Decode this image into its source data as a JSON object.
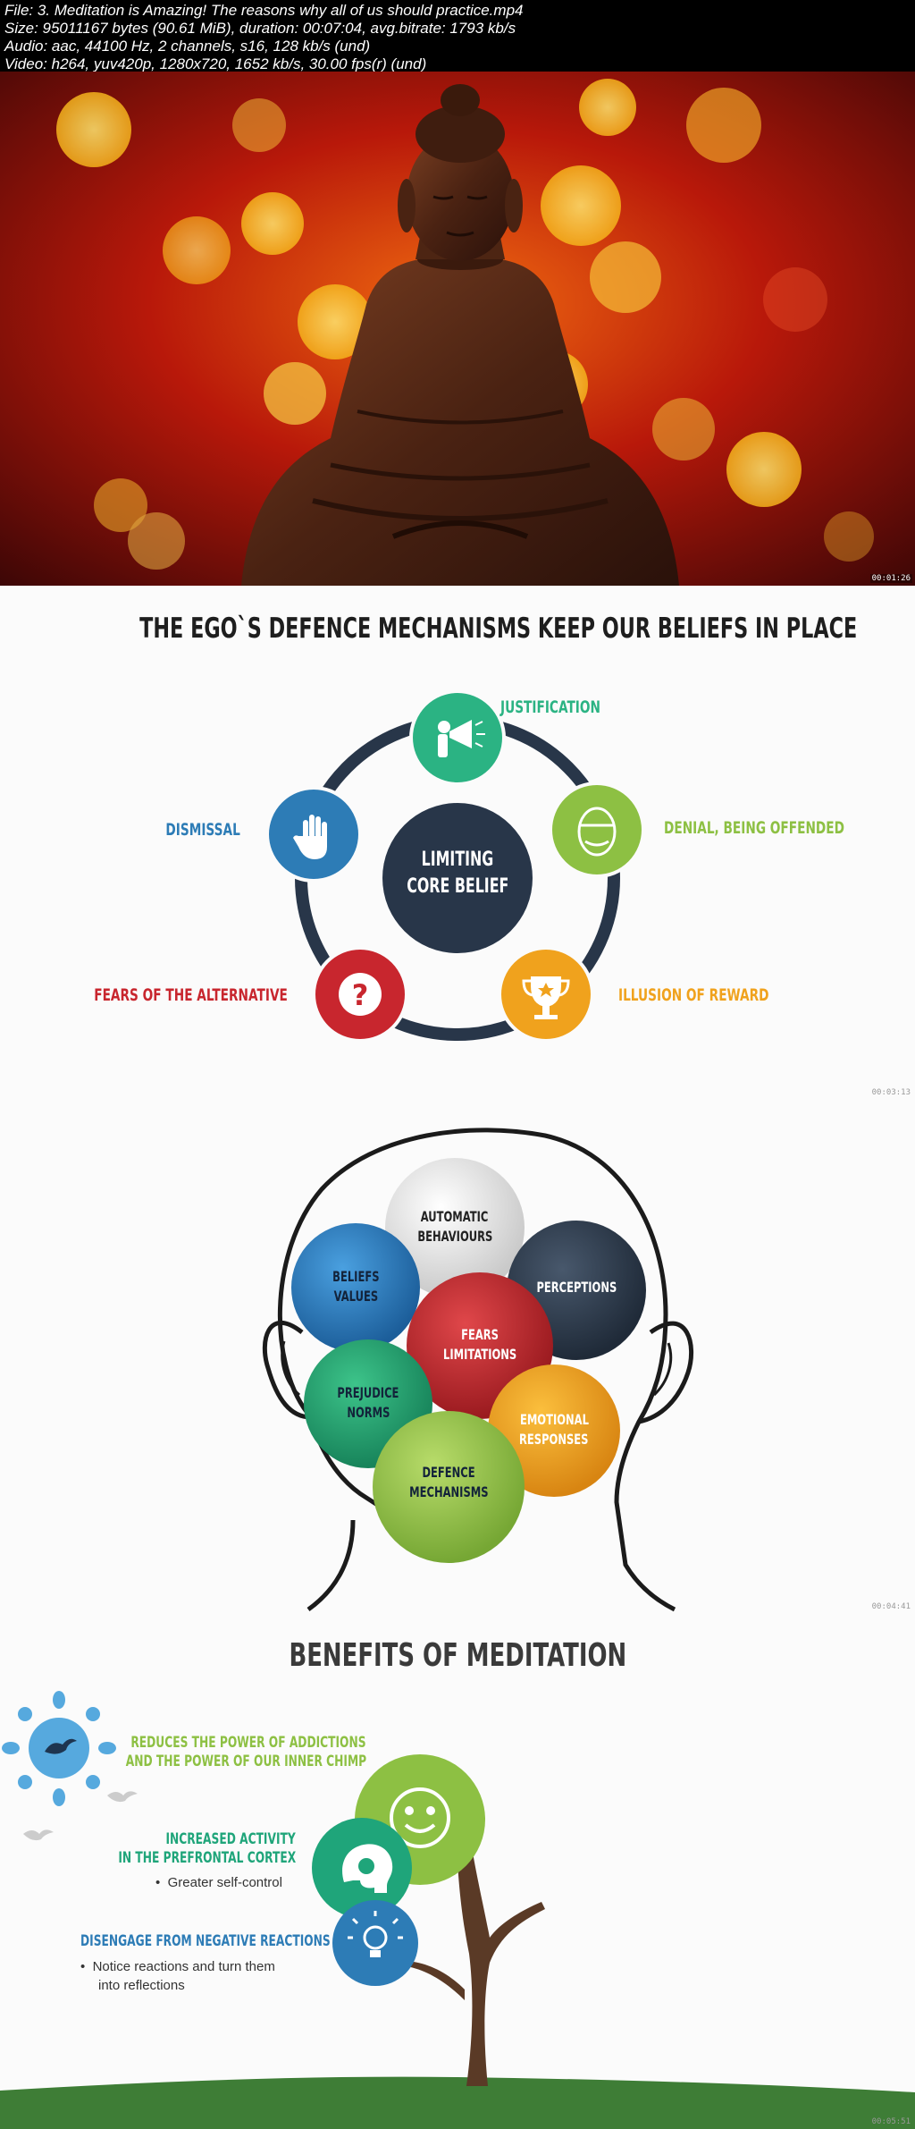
{
  "header": {
    "line1": "File: 3. Meditation is Amazing! The reasons why all of us should practice.mp4",
    "line2": "Size: 95011167 bytes (90.61 MiB), duration: 00:07:04, avg.bitrate: 1793 kb/s",
    "line3": "Audio: aac, 44100 Hz, 2 channels, s16, 128 kb/s (und)",
    "line4": "Video: h264, yuv420p, 1280x720, 1652 kb/s, 30.00 fps(r) (und)"
  },
  "frames": {
    "f1_time": "00:01:26",
    "f2_time": "00:03:13",
    "f3_time": "00:04:41",
    "f4_time": "00:05:51"
  },
  "slide1": {
    "title": "THE EGO`S DEFENCE MECHANISMS KEEP OUR BELIEFS IN PLACE",
    "center_line1": "LIMITING",
    "center_line2": "CORE BELIEF",
    "justification": "JUSTIFICATION",
    "denial": "DENIAL, BEING OFFENDED",
    "illusion": "ILLUSION OF REWARD",
    "fears": "FEARS OF THE ALTERNATIVE",
    "dismissal": "DISMISSAL",
    "colors": {
      "green": "#2bb383",
      "lime": "#8dc043",
      "orange": "#f0a21d",
      "red": "#c8262e",
      "blue": "#2d7cb6",
      "navy": "#283649"
    }
  },
  "slide2": {
    "automatic": [
      "AUTOMATIC",
      "BEHAVIOURS"
    ],
    "beliefs": [
      "BELIEFS",
      "VALUES"
    ],
    "perceptions": [
      "PERCEPTIONS"
    ],
    "fears": [
      "FEARS",
      "LIMITATIONS"
    ],
    "prejudice": [
      "PREJUDICE",
      "NORMS"
    ],
    "emotional": [
      "EMOTIONAL",
      "RESPONSES"
    ],
    "defence": [
      "DEFENCE",
      "MECHANISMS"
    ]
  },
  "slide3": {
    "title": "BENEFITS OF MEDITATION",
    "b1_line1": "REDUCES THE POWER OF ADDICTIONS",
    "b1_line2": "AND THE POWER OF OUR INNER CHIMP",
    "b2_line1": "INCREASED ACTIVITY",
    "b2_line2": "IN THE PREFRONTAL CORTEX",
    "b2_bullet": "Greater self-control",
    "b3_line1": "DISENGAGE FROM NEGATIVE REACTIONS",
    "b3_bullet1": "Notice reactions and turn them",
    "b3_bullet2": "into reflections"
  }
}
